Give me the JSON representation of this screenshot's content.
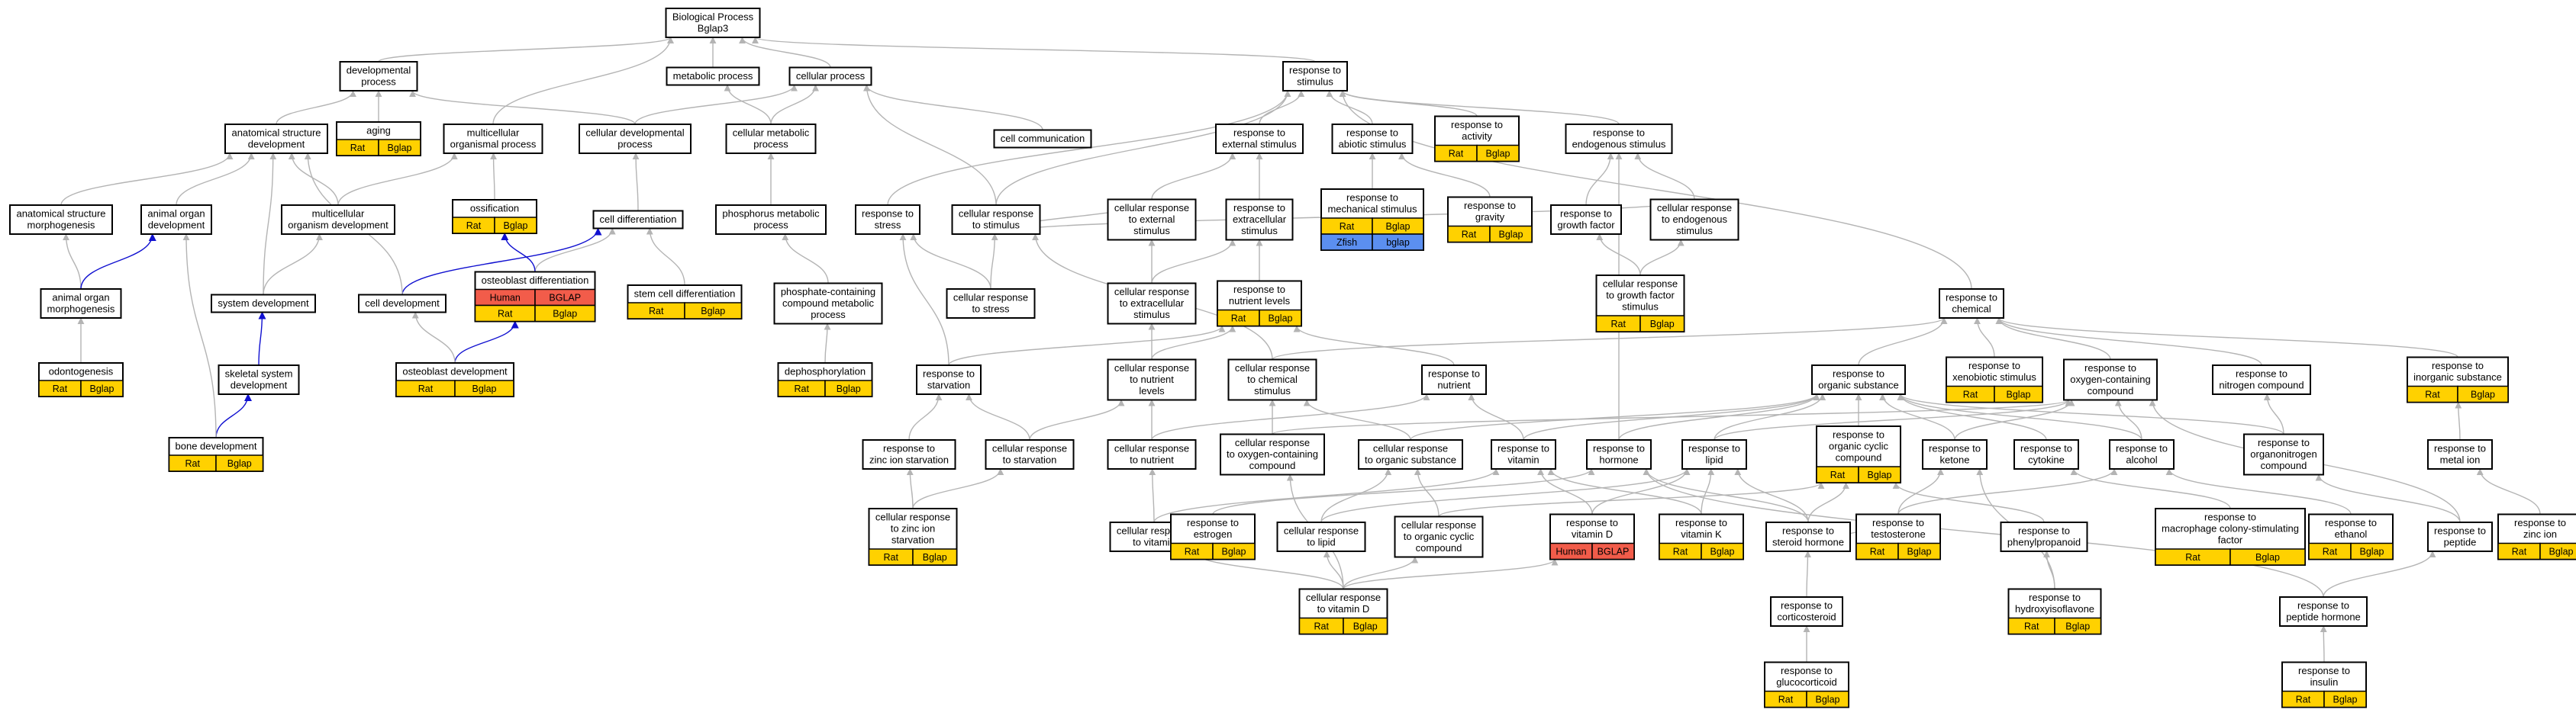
{
  "colors": {
    "edge_is_a": "#b4b4b4",
    "edge_part_of": "#1010d0",
    "rat": "#ffd100",
    "human": "#f25c4a",
    "zfish": "#5b8ff0"
  },
  "nodes": [
    {
      "id": "bp",
      "label": [
        "Biological Process",
        "Bglap3"
      ]
    },
    {
      "id": "dev",
      "label": [
        "developmental",
        "process"
      ]
    },
    {
      "id": "met",
      "label": [
        "metabolic process"
      ]
    },
    {
      "id": "cp",
      "label": [
        "cellular process"
      ]
    },
    {
      "id": "rs",
      "label": [
        "response to",
        "stimulus"
      ]
    },
    {
      "id": "asd",
      "label": [
        "anatomical structure",
        "development"
      ]
    },
    {
      "id": "aging",
      "label": [
        "aging"
      ],
      "anno": [
        [
          "Rat",
          "Bglap"
        ]
      ]
    },
    {
      "id": "mop",
      "label": [
        "multicellular",
        "organismal process"
      ]
    },
    {
      "id": "cdp",
      "label": [
        "cellular developmental",
        "process"
      ]
    },
    {
      "id": "cmp",
      "label": [
        "cellular metabolic",
        "process"
      ]
    },
    {
      "id": "cc",
      "label": [
        "cell communication"
      ]
    },
    {
      "id": "res",
      "label": [
        "response to",
        "external stimulus"
      ]
    },
    {
      "id": "ras",
      "label": [
        "response to",
        "abiotic stimulus"
      ]
    },
    {
      "id": "ract",
      "label": [
        "response to",
        "activity"
      ],
      "anno": [
        [
          "Rat",
          "Bglap"
        ]
      ]
    },
    {
      "id": "rens",
      "label": [
        "response to",
        "endogenous stimulus"
      ]
    },
    {
      "id": "asm",
      "label": [
        "anatomical structure",
        "morphogenesis"
      ]
    },
    {
      "id": "aod",
      "label": [
        "animal organ",
        "development"
      ]
    },
    {
      "id": "mod",
      "label": [
        "multicellular",
        "organism development"
      ]
    },
    {
      "id": "oss",
      "label": [
        "ossification"
      ],
      "anno": [
        [
          "Rat",
          "Bglap"
        ]
      ]
    },
    {
      "id": "cdiff",
      "label": [
        "cell differentiation"
      ]
    },
    {
      "id": "pmp",
      "label": [
        "phosphorus metabolic",
        "process"
      ]
    },
    {
      "id": "rstr",
      "label": [
        "response to",
        "stress"
      ]
    },
    {
      "id": "crs",
      "label": [
        "cellular response",
        "to stimulus"
      ]
    },
    {
      "id": "cres",
      "label": [
        "cellular response",
        "to external",
        "stimulus"
      ]
    },
    {
      "id": "resx",
      "label": [
        "response to",
        "extracellular",
        "stimulus"
      ]
    },
    {
      "id": "rms",
      "label": [
        "response to",
        "mechanical stimulus"
      ],
      "anno": [
        [
          "Rat",
          "Bglap"
        ],
        [
          "Zfish",
          "bglap"
        ]
      ]
    },
    {
      "id": "rgrav",
      "label": [
        "response to",
        "gravity"
      ],
      "anno": [
        [
          "Rat",
          "Bglap"
        ]
      ]
    },
    {
      "id": "rgf",
      "label": [
        "response to",
        "growth factor"
      ]
    },
    {
      "id": "cren",
      "label": [
        "cellular response",
        "to endogenous",
        "stimulus"
      ]
    },
    {
      "id": "aom",
      "label": [
        "animal organ",
        "morphogenesis"
      ]
    },
    {
      "id": "sysd",
      "label": [
        "system development"
      ]
    },
    {
      "id": "celldev",
      "label": [
        "cell development"
      ]
    },
    {
      "id": "obdiff",
      "label": [
        "osteoblast differentiation"
      ],
      "anno": [
        [
          "Human",
          "BGLAP"
        ],
        [
          "Rat",
          "Bglap"
        ]
      ]
    },
    {
      "id": "scdiff",
      "label": [
        "stem cell differentiation"
      ],
      "anno": [
        [
          "Rat",
          "Bglap"
        ]
      ]
    },
    {
      "id": "pccmp",
      "label": [
        "phosphate-containing",
        "compound metabolic",
        "process"
      ]
    },
    {
      "id": "crstr",
      "label": [
        "cellular response",
        "to stress"
      ]
    },
    {
      "id": "crxs",
      "label": [
        "cellular response",
        "to extracellular",
        "stimulus"
      ]
    },
    {
      "id": "rnl",
      "label": [
        "response to",
        "nutrient levels"
      ],
      "anno": [
        [
          "Rat",
          "Bglap"
        ]
      ]
    },
    {
      "id": "crgf",
      "label": [
        "cellular response",
        "to growth factor",
        "stimulus"
      ],
      "anno": [
        [
          "Rat",
          "Bglap"
        ]
      ]
    },
    {
      "id": "rchem",
      "label": [
        "response to",
        "chemical"
      ]
    },
    {
      "id": "odont",
      "label": [
        "odontogenesis"
      ],
      "anno": [
        [
          "Rat",
          "Bglap"
        ]
      ]
    },
    {
      "id": "ssd",
      "label": [
        "skeletal system",
        "development"
      ]
    },
    {
      "id": "obdev",
      "label": [
        "osteoblast development"
      ],
      "anno": [
        [
          "Rat",
          "Bglap"
        ]
      ]
    },
    {
      "id": "dephos",
      "label": [
        "dephosphorylation"
      ],
      "anno": [
        [
          "Rat",
          "Bglap"
        ]
      ]
    },
    {
      "id": "rstarv",
      "label": [
        "response to",
        "starvation"
      ]
    },
    {
      "id": "crnl",
      "label": [
        "cellular response",
        "to nutrient",
        "levels"
      ]
    },
    {
      "id": "crcs",
      "label": [
        "cellular response",
        "to chemical",
        "stimulus"
      ]
    },
    {
      "id": "rnut",
      "label": [
        "response to",
        "nutrient"
      ]
    },
    {
      "id": "ros",
      "label": [
        "response to",
        "organic substance"
      ]
    },
    {
      "id": "rxs",
      "label": [
        "response to",
        "xenobiotic stimulus"
      ],
      "anno": [
        [
          "Rat",
          "Bglap"
        ]
      ]
    },
    {
      "id": "rocc",
      "label": [
        "response to",
        "oxygen-containing",
        "compound"
      ]
    },
    {
      "id": "rnc",
      "label": [
        "response to",
        "nitrogen compound"
      ]
    },
    {
      "id": "ris",
      "label": [
        "response to",
        "inorganic substance"
      ],
      "anno": [
        [
          "Rat",
          "Bglap"
        ]
      ]
    },
    {
      "id": "bdev",
      "label": [
        "bone development"
      ],
      "anno": [
        [
          "Rat",
          "Bglap"
        ]
      ]
    },
    {
      "id": "rzis",
      "label": [
        "response to",
        "zinc ion starvation"
      ]
    },
    {
      "id": "crstarv",
      "label": [
        "cellular response",
        "to starvation"
      ]
    },
    {
      "id": "crnut",
      "label": [
        "cellular response",
        "to nutrient"
      ]
    },
    {
      "id": "crocc",
      "label": [
        "cellular response",
        "to oxygen-containing",
        "compound"
      ]
    },
    {
      "id": "cros",
      "label": [
        "cellular response",
        "to organic substance"
      ]
    },
    {
      "id": "rvit",
      "label": [
        "response to",
        "vitamin"
      ]
    },
    {
      "id": "rhorm",
      "label": [
        "response to",
        "hormone"
      ]
    },
    {
      "id": "rlip",
      "label": [
        "response to",
        "lipid"
      ]
    },
    {
      "id": "rocyc",
      "label": [
        "response to",
        "organic cyclic",
        "compound"
      ],
      "anno": [
        [
          "Rat",
          "Bglap"
        ]
      ]
    },
    {
      "id": "rket",
      "label": [
        "response to",
        "ketone"
      ]
    },
    {
      "id": "rcyt",
      "label": [
        "response to",
        "cytokine"
      ]
    },
    {
      "id": "ralc",
      "label": [
        "response to",
        "alcohol"
      ]
    },
    {
      "id": "ronc",
      "label": [
        "response to",
        "organonitrogen",
        "compound"
      ]
    },
    {
      "id": "rmi",
      "label": [
        "response to",
        "metal ion"
      ]
    },
    {
      "id": "crzis",
      "label": [
        "cellular response",
        "to zinc ion",
        "starvation"
      ],
      "anno": [
        [
          "Rat",
          "Bglap"
        ]
      ]
    },
    {
      "id": "crvit",
      "label": [
        "cellular response",
        "to vitamin"
      ]
    },
    {
      "id": "restr",
      "label": [
        "response to",
        "estrogen"
      ],
      "anno": [
        [
          "Rat",
          "Bglap"
        ]
      ]
    },
    {
      "id": "crlip",
      "label": [
        "cellular response",
        "to lipid"
      ]
    },
    {
      "id": "crocyc",
      "label": [
        "cellular response",
        "to organic cyclic",
        "compound"
      ]
    },
    {
      "id": "rvd",
      "label": [
        "response to",
        "vitamin D"
      ],
      "anno": [
        [
          "Human",
          "BGLAP"
        ]
      ]
    },
    {
      "id": "rvk",
      "label": [
        "response to",
        "vitamin K"
      ],
      "anno": [
        [
          "Rat",
          "Bglap"
        ]
      ]
    },
    {
      "id": "rsh",
      "label": [
        "response to",
        "steroid hormone"
      ]
    },
    {
      "id": "rtest",
      "label": [
        "response to",
        "testosterone"
      ],
      "anno": [
        [
          "Rat",
          "Bglap"
        ]
      ]
    },
    {
      "id": "rpp",
      "label": [
        "response to",
        "phenylpropanoid"
      ]
    },
    {
      "id": "rmcsf",
      "label": [
        "response to",
        "macrophage colony-stimulating",
        "factor"
      ],
      "anno": [
        [
          "Rat",
          "Bglap"
        ]
      ]
    },
    {
      "id": "reth",
      "label": [
        "response to",
        "ethanol"
      ],
      "anno": [
        [
          "Rat",
          "Bglap"
        ]
      ]
    },
    {
      "id": "rpep",
      "label": [
        "response to",
        "peptide"
      ]
    },
    {
      "id": "rzn",
      "label": [
        "response to",
        "zinc ion"
      ],
      "anno": [
        [
          "Rat",
          "Bglap"
        ]
      ]
    },
    {
      "id": "crvd",
      "label": [
        "cellular response",
        "to vitamin D"
      ],
      "anno": [
        [
          "Rat",
          "Bglap"
        ]
      ]
    },
    {
      "id": "rcort",
      "label": [
        "response to",
        "corticosteroid"
      ]
    },
    {
      "id": "rhif",
      "label": [
        "response to",
        "hydroxyisoflavone"
      ],
      "anno": [
        [
          "Rat",
          "Bglap"
        ]
      ]
    },
    {
      "id": "rph",
      "label": [
        "response to",
        "peptide hormone"
      ]
    },
    {
      "id": "rgluc",
      "label": [
        "response to",
        "glucocorticoid"
      ],
      "anno": [
        [
          "Rat",
          "Bglap"
        ]
      ]
    },
    {
      "id": "rins",
      "label": [
        "response to",
        "insulin"
      ],
      "anno": [
        [
          "Rat",
          "Bglap"
        ]
      ]
    }
  ],
  "edges": [
    [
      "dev",
      "bp",
      "is_a"
    ],
    [
      "met",
      "bp",
      "is_a"
    ],
    [
      "cp",
      "bp",
      "is_a"
    ],
    [
      "rs",
      "bp",
      "is_a"
    ],
    [
      "asd",
      "dev",
      "is_a"
    ],
    [
      "aging",
      "dev",
      "is_a"
    ],
    [
      "mop",
      "bp",
      "is_a"
    ],
    [
      "cdp",
      "dev",
      "is_a"
    ],
    [
      "cdp",
      "cp",
      "is_a"
    ],
    [
      "cmp",
      "met",
      "is_a"
    ],
    [
      "cmp",
      "cp",
      "is_a"
    ],
    [
      "cc",
      "cp",
      "is_a"
    ],
    [
      "res",
      "rs",
      "is_a"
    ],
    [
      "ras",
      "rs",
      "is_a"
    ],
    [
      "ract",
      "rs",
      "is_a"
    ],
    [
      "rens",
      "rs",
      "is_a"
    ],
    [
      "asm",
      "asd",
      "is_a"
    ],
    [
      "aod",
      "asd",
      "is_a"
    ],
    [
      "mod",
      "asd",
      "is_a"
    ],
    [
      "mod",
      "mop",
      "is_a"
    ],
    [
      "oss",
      "mop",
      "is_a"
    ],
    [
      "cdiff",
      "cdp",
      "is_a"
    ],
    [
      "pmp",
      "cmp",
      "is_a"
    ],
    [
      "rstr",
      "rs",
      "is_a"
    ],
    [
      "crs",
      "rs",
      "is_a"
    ],
    [
      "crs",
      "cp",
      "is_a"
    ],
    [
      "cres",
      "crs",
      "is_a"
    ],
    [
      "cres",
      "res",
      "is_a"
    ],
    [
      "resx",
      "res",
      "is_a"
    ],
    [
      "rms",
      "ras",
      "is_a"
    ],
    [
      "rgrav",
      "ras",
      "is_a"
    ],
    [
      "rgf",
      "rens",
      "is_a"
    ],
    [
      "cren",
      "rens",
      "is_a"
    ],
    [
      "cren",
      "crs",
      "is_a"
    ],
    [
      "aom",
      "asm",
      "is_a"
    ],
    [
      "aom",
      "aod",
      "part_of"
    ],
    [
      "sysd",
      "mod",
      "is_a"
    ],
    [
      "sysd",
      "asd",
      "is_a"
    ],
    [
      "celldev",
      "cdiff",
      "part_of"
    ],
    [
      "celldev",
      "asd",
      "is_a"
    ],
    [
      "obdiff",
      "cdiff",
      "is_a"
    ],
    [
      "obdiff",
      "oss",
      "part_of"
    ],
    [
      "scdiff",
      "cdiff",
      "is_a"
    ],
    [
      "pccmp",
      "pmp",
      "is_a"
    ],
    [
      "crstr",
      "rstr",
      "is_a"
    ],
    [
      "crstr",
      "crs",
      "is_a"
    ],
    [
      "crxs",
      "cres",
      "is_a"
    ],
    [
      "crxs",
      "resx",
      "is_a"
    ],
    [
      "rnl",
      "resx",
      "is_a"
    ],
    [
      "crgf",
      "rgf",
      "is_a"
    ],
    [
      "crgf",
      "cren",
      "is_a"
    ],
    [
      "rchem",
      "rs",
      "is_a"
    ],
    [
      "odont",
      "aom",
      "is_a"
    ],
    [
      "ssd",
      "sysd",
      "part_of"
    ],
    [
      "obdev",
      "obdiff",
      "part_of"
    ],
    [
      "obdev",
      "celldev",
      "is_a"
    ],
    [
      "dephos",
      "pccmp",
      "is_a"
    ],
    [
      "rstarv",
      "rstr",
      "is_a"
    ],
    [
      "rstarv",
      "rnl",
      "is_a"
    ],
    [
      "crnl",
      "crxs",
      "is_a"
    ],
    [
      "crnl",
      "rnl",
      "is_a"
    ],
    [
      "crcs",
      "crs",
      "is_a"
    ],
    [
      "crcs",
      "rchem",
      "is_a"
    ],
    [
      "rnut",
      "rnl",
      "is_a"
    ],
    [
      "ros",
      "rchem",
      "is_a"
    ],
    [
      "rxs",
      "rchem",
      "is_a"
    ],
    [
      "rocc",
      "rchem",
      "is_a"
    ],
    [
      "rnc",
      "rchem",
      "is_a"
    ],
    [
      "ris",
      "rchem",
      "is_a"
    ],
    [
      "bdev",
      "ssd",
      "part_of"
    ],
    [
      "bdev",
      "aod",
      "is_a"
    ],
    [
      "rzis",
      "rstarv",
      "is_a"
    ],
    [
      "crstarv",
      "rstarv",
      "is_a"
    ],
    [
      "crstarv",
      "crnl",
      "is_a"
    ],
    [
      "crnut",
      "crnl",
      "is_a"
    ],
    [
      "crnut",
      "rnut",
      "is_a"
    ],
    [
      "crocc",
      "crcs",
      "is_a"
    ],
    [
      "crocc",
      "rocc",
      "is_a"
    ],
    [
      "cros",
      "crcs",
      "is_a"
    ],
    [
      "cros",
      "ros",
      "is_a"
    ],
    [
      "rvit",
      "rnut",
      "is_a"
    ],
    [
      "rvit",
      "ros",
      "is_a"
    ],
    [
      "rhorm",
      "ros",
      "is_a"
    ],
    [
      "rhorm",
      "rens",
      "is_a"
    ],
    [
      "rlip",
      "ros",
      "is_a"
    ],
    [
      "rlip",
      "rocc",
      "is_a"
    ],
    [
      "rocyc",
      "ros",
      "is_a"
    ],
    [
      "rket",
      "ros",
      "is_a"
    ],
    [
      "rket",
      "rocc",
      "is_a"
    ],
    [
      "rcyt",
      "ros",
      "is_a"
    ],
    [
      "ralc",
      "rocc",
      "is_a"
    ],
    [
      "ralc",
      "ros",
      "is_a"
    ],
    [
      "ronc",
      "rnc",
      "is_a"
    ],
    [
      "ronc",
      "ros",
      "is_a"
    ],
    [
      "rmi",
      "ris",
      "is_a"
    ],
    [
      "crzis",
      "rzis",
      "is_a"
    ],
    [
      "crzis",
      "crstarv",
      "is_a"
    ],
    [
      "crvit",
      "crnut",
      "is_a"
    ],
    [
      "crvit",
      "rvit",
      "is_a"
    ],
    [
      "restr",
      "rhorm",
      "is_a"
    ],
    [
      "crlip",
      "cros",
      "is_a"
    ],
    [
      "crlip",
      "rlip",
      "is_a"
    ],
    [
      "crocyc",
      "cros",
      "is_a"
    ],
    [
      "crocyc",
      "rocyc",
      "is_a"
    ],
    [
      "rvd",
      "rvit",
      "is_a"
    ],
    [
      "rvd",
      "rlip",
      "is_a"
    ],
    [
      "rvk",
      "rvit",
      "is_a"
    ],
    [
      "rvk",
      "rlip",
      "is_a"
    ],
    [
      "rsh",
      "rhorm",
      "is_a"
    ],
    [
      "rsh",
      "rlip",
      "is_a"
    ],
    [
      "rsh",
      "rocyc",
      "is_a"
    ],
    [
      "rtest",
      "rsh",
      "is_a"
    ],
    [
      "rtest",
      "rket",
      "is_a"
    ],
    [
      "rtest",
      "ralc",
      "is_a"
    ],
    [
      "rpp",
      "rocyc",
      "is_a"
    ],
    [
      "rmcsf",
      "rcyt",
      "is_a"
    ],
    [
      "reth",
      "ralc",
      "is_a"
    ],
    [
      "rpep",
      "ronc",
      "is_a"
    ],
    [
      "rpep",
      "rocc",
      "is_a"
    ],
    [
      "rzn",
      "rmi",
      "is_a"
    ],
    [
      "crvd",
      "rvd",
      "is_a"
    ],
    [
      "crvd",
      "crvit",
      "is_a"
    ],
    [
      "crvd",
      "crlip",
      "is_a"
    ],
    [
      "crvd",
      "crocyc",
      "is_a"
    ],
    [
      "crvd",
      "crocc",
      "is_a"
    ],
    [
      "rcort",
      "rsh",
      "is_a"
    ],
    [
      "rhif",
      "rpp",
      "is_a"
    ],
    [
      "rhif",
      "rket",
      "is_a"
    ],
    [
      "rph",
      "rpep",
      "is_a"
    ],
    [
      "rph",
      "rhorm",
      "is_a"
    ],
    [
      "rgluc",
      "rcort",
      "is_a"
    ],
    [
      "rins",
      "rph",
      "is_a"
    ]
  ]
}
